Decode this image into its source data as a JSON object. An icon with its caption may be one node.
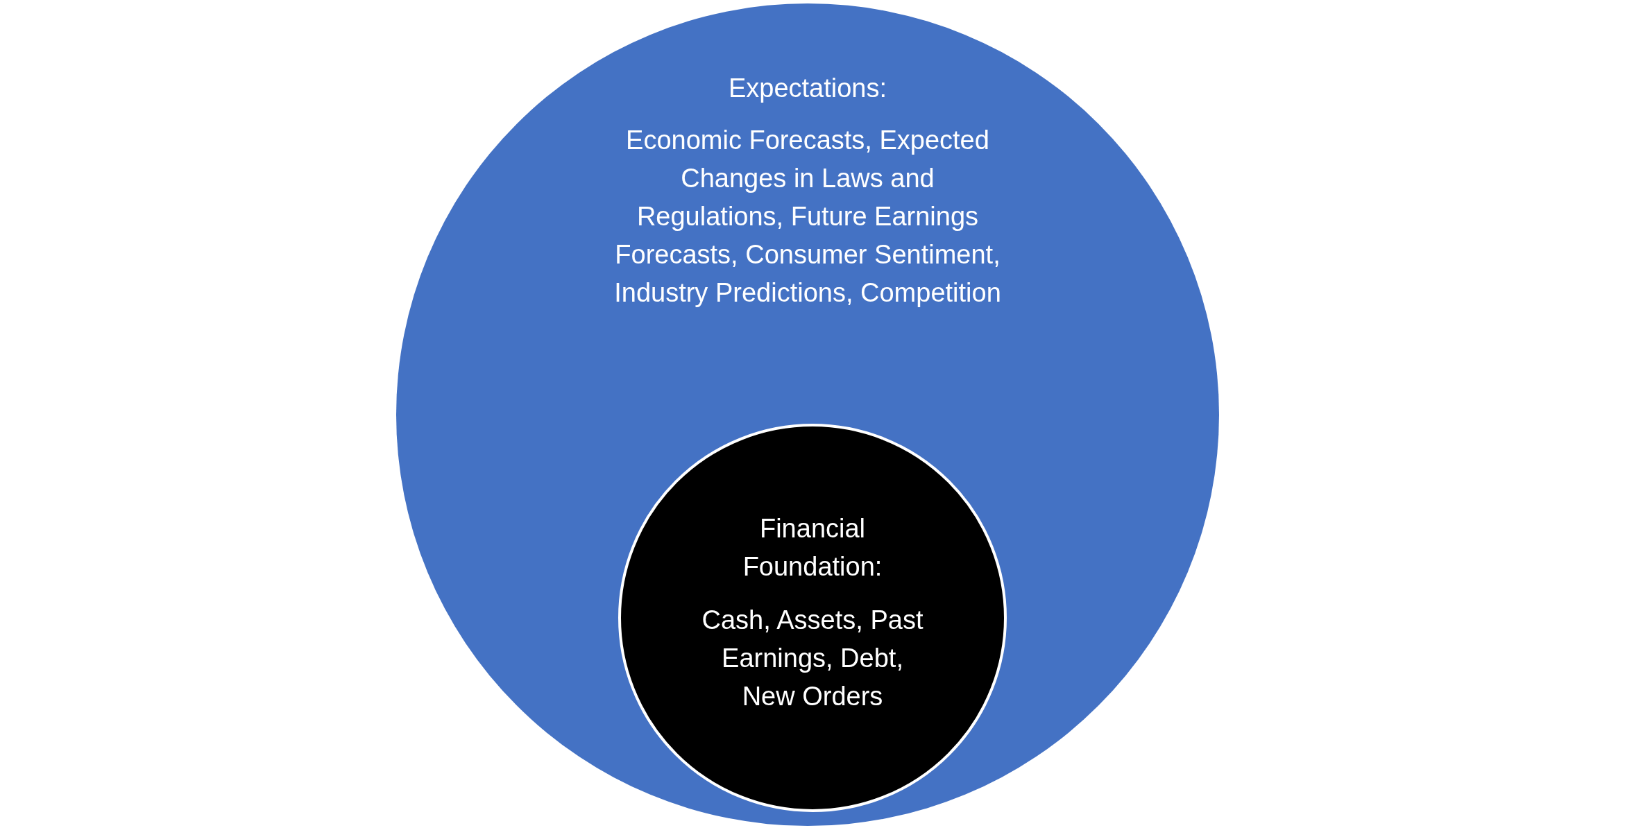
{
  "diagram": {
    "nodes": [
      {
        "text": [
          "Expectations:",
          "Economic Forecasts, Expected Changes in Laws and Regulations, Future Earnings Forecasts, Consumer Sentiment, Industry Predictions, Competition"
        ]
      },
      {
        "text": [
          "Financial Foundation:",
          "Cash, Assets, Past Earnings, Debt, New Orders"
        ],
        "in": 0
      }
    ]
  }
}
